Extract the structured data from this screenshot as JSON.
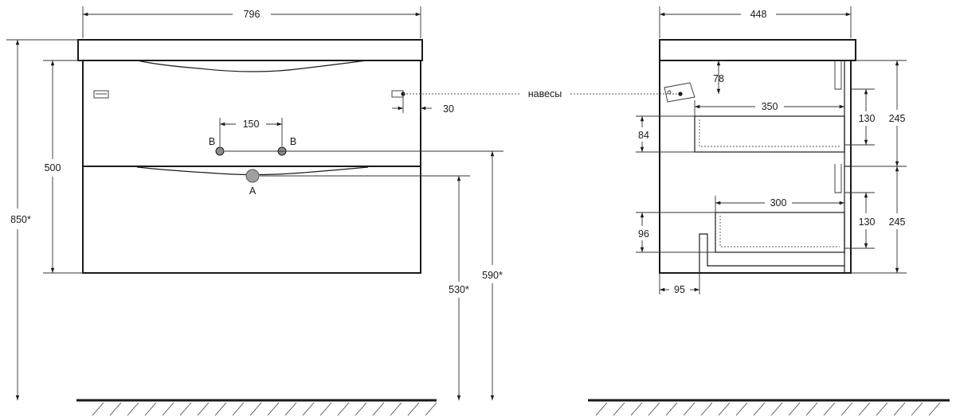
{
  "front_view": {
    "width": "796",
    "height_body": "500",
    "height_total": "850*",
    "hinge_offset": "30",
    "hole_spacing": "150",
    "hole_label_left": "B",
    "hole_label_right": "B",
    "drain_label": "A",
    "drain_height": "530*",
    "hole_height": "590*"
  },
  "hinges_label": "навесы",
  "side_view": {
    "depth": "448",
    "hinge_drop": "78",
    "upper_drawer_depth": "350",
    "upper_front_height": "84",
    "upper_inner_height": "130",
    "upper_section_height": "245",
    "lower_drawer_depth": "300",
    "lower_front_height": "96",
    "lower_inner_height": "130",
    "lower_section_height": "245",
    "notch_width": "95"
  },
  "colors": {
    "line": "#1a1a1a",
    "hole_fill": "#8c8c8c"
  }
}
